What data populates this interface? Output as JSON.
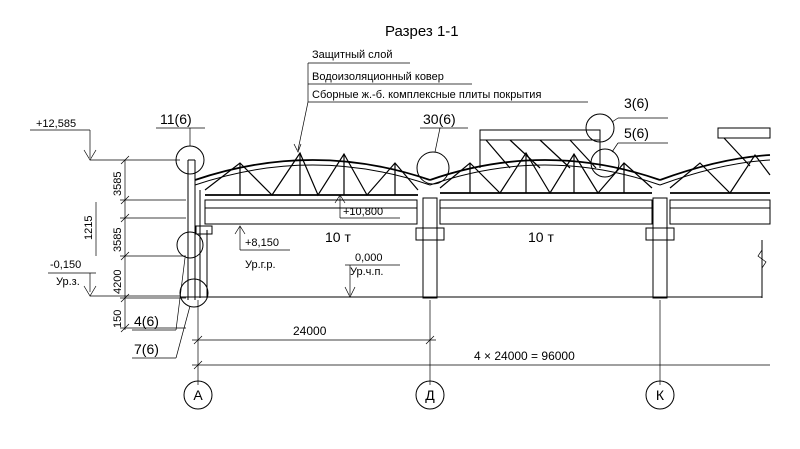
{
  "title": "Разрез 1-1",
  "layers": [
    "Защитный слой",
    "Водоизоляционный ковер",
    "Сборные ж.-б. комплексные плиты покрытия"
  ],
  "node_marks": {
    "m11": "11(6)",
    "m30": "30(6)",
    "m3": "3(6)",
    "m5": "5(6)",
    "m4": "4(6)",
    "m7": "7(6)"
  },
  "levels": {
    "top": "+12,585",
    "truss_bottom": "+10,800",
    "crane_rail": "+8,150",
    "crane_rail_caption": "Ур.г.р.",
    "floor": "0,000",
    "floor_caption": "Ур.ч.п.",
    "ground": "-0,150",
    "ground_caption": "Ур.з."
  },
  "vertical_dims": [
    "3585",
    "1215",
    "3585",
    "4200",
    "150"
  ],
  "crane_loads": [
    "10 т",
    "10 т"
  ],
  "span_dims": {
    "span": "24000",
    "total": "4 × 24000 = 96000"
  },
  "axes": [
    "А",
    "Д",
    "К"
  ]
}
